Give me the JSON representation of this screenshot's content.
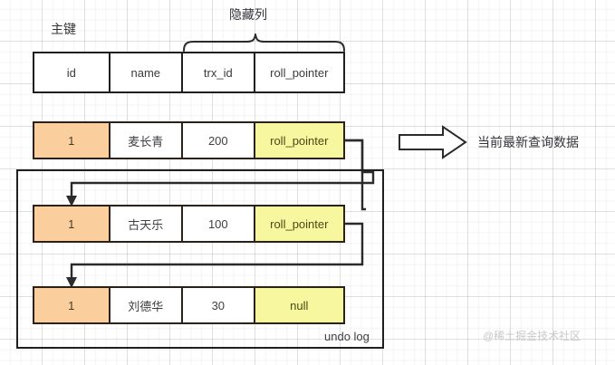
{
  "diagram": {
    "title_labels": {
      "primary_key": "主键",
      "hidden_columns": "隐藏列",
      "latest_query": "当前最新查询数据",
      "undo_log": "undo log"
    },
    "watermark": "@稀土掘金技术社区",
    "schema_header": {
      "columns": [
        "id",
        "name",
        "trx_id",
        "roll_pointer"
      ]
    },
    "rows": [
      {
        "id": "1",
        "name": "麦长青",
        "trx_id": "200",
        "roll_pointer": "roll_pointer"
      },
      {
        "id": "1",
        "name": "古天乐",
        "trx_id": "100",
        "roll_pointer": "roll_pointer"
      },
      {
        "id": "1",
        "name": "刘德华",
        "trx_id": "30",
        "roll_pointer": "null"
      }
    ],
    "colors": {
      "id_cell": "#fbcf9d",
      "pointer_cell": "#f7f7a0",
      "plain_cell": "#ffffff",
      "border": "#2b2118",
      "text": "#3f4044",
      "watermark": "#c8c9cc"
    }
  }
}
